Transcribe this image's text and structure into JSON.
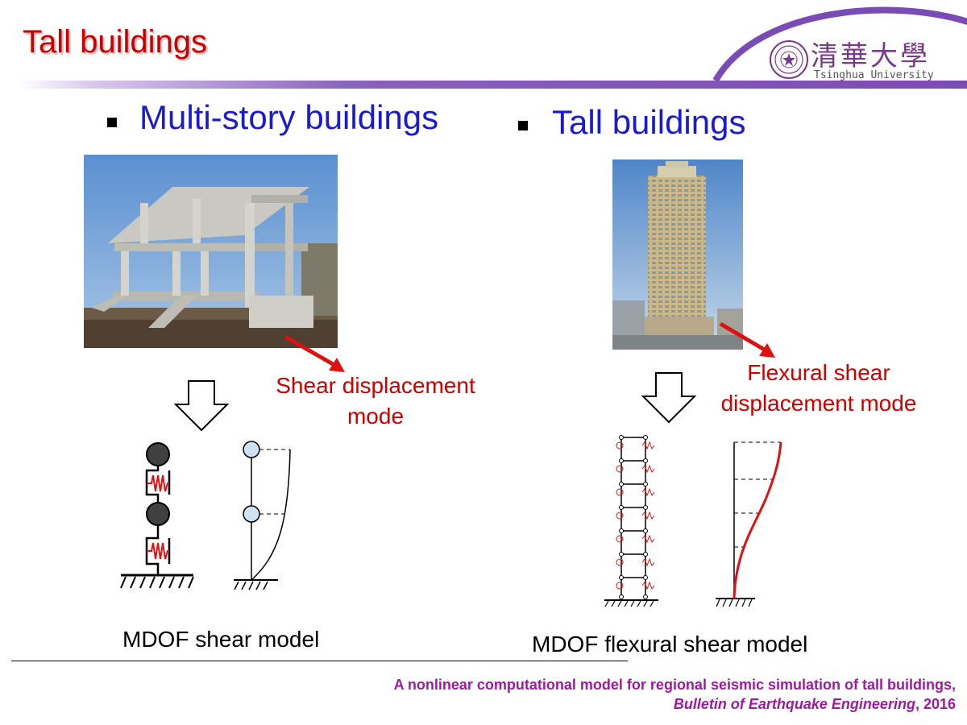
{
  "header": {
    "title": "Tall buildings",
    "university_cn": "清華大學",
    "university_en": "Tsinghua University"
  },
  "left": {
    "heading": "Multi-story buildings",
    "mode_label_line1": "Shear displacement",
    "mode_label_line2": "mode",
    "caption": "MDOF shear model"
  },
  "right": {
    "heading": "Tall buildings",
    "mode_label_line1": "Flexural shear",
    "mode_label_line2": "displacement mode",
    "caption": "MDOF flexural shear model"
  },
  "footer": {
    "reference_line1": "A nonlinear computational model for regional seismic simulation of tall buildings,",
    "journal": "Bulletin of Earthquake Engineering",
    "year": ", 2016"
  },
  "colors": {
    "title": "#cc0000",
    "heading": "#1a1ad0",
    "accent_purple": "#7a4bb5",
    "reference": "#9d1aa0",
    "arrow_red": "#dd1111"
  }
}
